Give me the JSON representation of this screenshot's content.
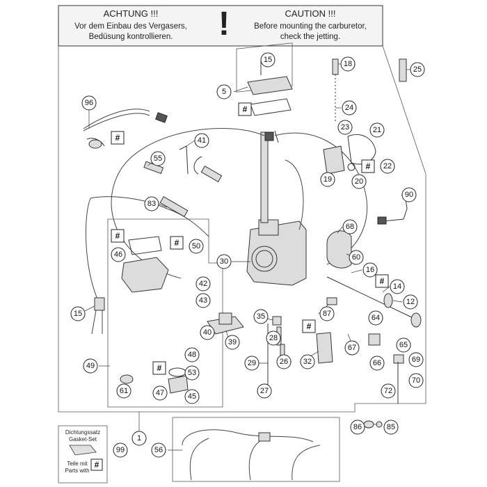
{
  "header": {
    "left_title": "ACHTUNG !!!",
    "left_line1": "Vor dem Einbau des Vergasers,",
    "left_line2": "Bedüsung kontrollieren.",
    "exclamation": "!",
    "right_title": "CAUTION !!!",
    "right_line1": "Before mounting the carburetor,",
    "right_line2": "check the jetting."
  },
  "legend": {
    "line1": "Dichtungssatz",
    "line2": "Gasket-Set",
    "line3": "Teile mit",
    "line4": "Parts with",
    "hash": "#",
    "callout": "99"
  },
  "hash_marker": "#",
  "callouts": [
    "15",
    "5",
    "18",
    "25",
    "96",
    "24",
    "23",
    "21",
    "41",
    "22",
    "55",
    "20",
    "19",
    "90",
    "83",
    "68",
    "50",
    "46",
    "30",
    "60",
    "16",
    "42",
    "14",
    "43",
    "12",
    "15",
    "35",
    "87",
    "64",
    "40",
    "39",
    "48",
    "28",
    "67",
    "65",
    "49",
    "53",
    "29",
    "26",
    "32",
    "66",
    "69",
    "61",
    "47",
    "45",
    "27",
    "72",
    "70",
    "1",
    "86",
    "85",
    "56",
    "99"
  ],
  "colors": {
    "line": "#333333",
    "frame": "#555555",
    "background": "#ffffff",
    "header_bg": "#f4f4f4"
  }
}
